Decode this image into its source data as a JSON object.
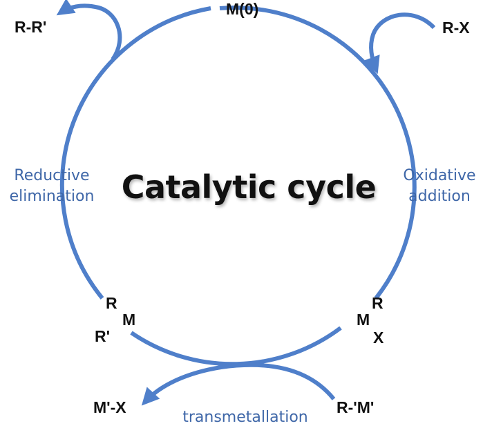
{
  "title": "Catalytic cycle",
  "colors": {
    "arrow": "#4f7fca",
    "step_text": "#3f67a8",
    "text": "#111111",
    "background": "#ffffff"
  },
  "species": {
    "catalyst": "M(0)",
    "reactant": "R-X",
    "product": "R-R'",
    "organometallic_reagent": "R-'M'",
    "byproduct": "M'-X"
  },
  "intermediate_oxidative": {
    "metal": "M",
    "top": "R",
    "bottom": "X"
  },
  "intermediate_trans": {
    "metal": "M",
    "top": "R",
    "bottom": "R'"
  },
  "steps": {
    "oxidative_addition": [
      "Oxidative",
      "addition"
    ],
    "reductive_elimination": [
      "Reductive",
      "elimination"
    ],
    "transmetallation": "transmetallation"
  }
}
